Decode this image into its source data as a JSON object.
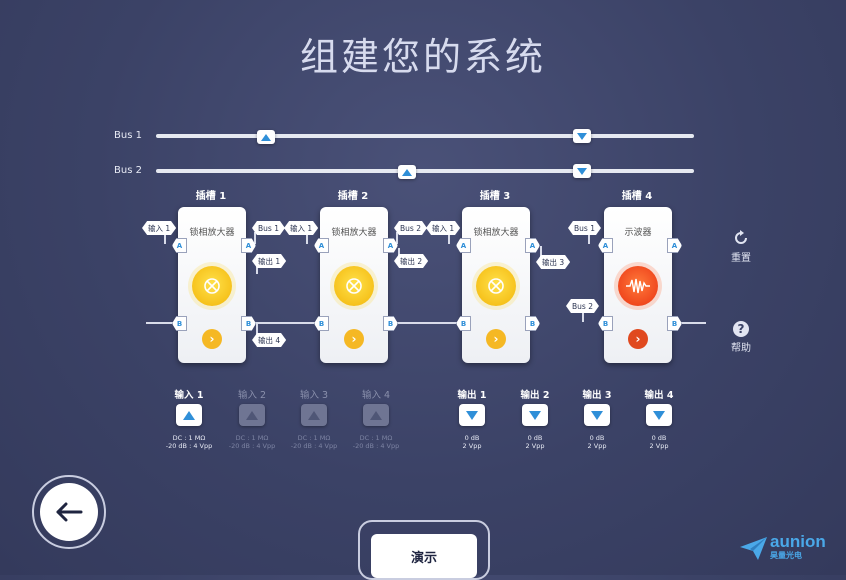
{
  "page": {
    "title": "组建您的系统"
  },
  "buses": [
    {
      "label": "Bus 1"
    },
    {
      "label": "Bus 2"
    }
  ],
  "slots": [
    {
      "label": "插槽 1",
      "module": "锁相放大器",
      "tags": {
        "in": "输入 1",
        "bus": "Bus 1",
        "out1": "输出 1",
        "out2": "输出 4"
      }
    },
    {
      "label": "插槽 2",
      "module": "锁相放大器",
      "tags": {
        "in": "输入 1",
        "bus": "Bus 2",
        "out1": "输出 2"
      }
    },
    {
      "label": "插槽 3",
      "module": "锁相放大器",
      "tags": {
        "in": "输入 1",
        "out1": "输出 3"
      }
    },
    {
      "label": "插槽 4",
      "module": "示波器",
      "tags": {
        "bus1": "Bus 1",
        "bus2": "Bus 2"
      }
    }
  ],
  "port_letters": {
    "a": "A",
    "b": "B"
  },
  "side": {
    "reset": "重置",
    "help": "帮助",
    "help_glyph": "?"
  },
  "inputs": [
    {
      "label": "输入 1",
      "spec1": "DC : 1 MΩ",
      "spec2": "-20 dB : 4 Vpp",
      "enabled": true
    },
    {
      "label": "输入 2",
      "spec1": "DC : 1 MΩ",
      "spec2": "-20 dB : 4 Vpp",
      "enabled": false
    },
    {
      "label": "输入 3",
      "spec1": "DC : 1 MΩ",
      "spec2": "-20 dB : 4 Vpp",
      "enabled": false
    },
    {
      "label": "输入 4",
      "spec1": "DC : 1 MΩ",
      "spec2": "-20 dB : 4 Vpp",
      "enabled": false
    }
  ],
  "outputs": [
    {
      "label": "输出 1",
      "spec1": "0 dB",
      "spec2": "2 Vpp"
    },
    {
      "label": "输出 2",
      "spec1": "0 dB",
      "spec2": "2 Vpp"
    },
    {
      "label": "输出 3",
      "spec1": "0 dB",
      "spec2": "2 Vpp"
    },
    {
      "label": "输出 4",
      "spec1": "0 dB",
      "spec2": "2 Vpp"
    }
  ],
  "demo_button": "演示",
  "logo": {
    "name": "aunion",
    "sub": "昊量光电"
  },
  "colors": {
    "accent": "#2f8fd8",
    "yellow": "#f6c21c",
    "orange": "#f0481e"
  }
}
